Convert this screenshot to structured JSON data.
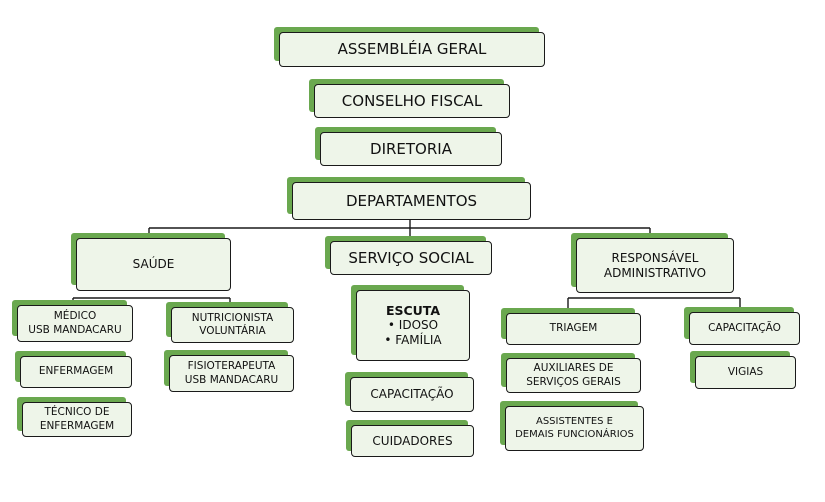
{
  "colors": {
    "accent": "#6aa84f",
    "box_fill": "#eef5e9",
    "border": "#1a1a1a"
  },
  "org": {
    "assembleia": "ASSEMBLÉIA GERAL",
    "conselho": "CONSELHO FISCAL",
    "diretoria": "DIRETORIA",
    "departamentos": "DEPARTAMENTOS",
    "saude": {
      "title": "SAÚDE",
      "medico": [
        "MÉDICO",
        "USB MANDACARU"
      ],
      "enfermagem": "ENFERMAGEM",
      "tecnico": [
        "TÉCNICO DE",
        "ENFERMAGEM"
      ],
      "nutricionista": [
        "NUTRICIONISTA",
        "VOLUNTÁRIA"
      ],
      "fisioterapeuta": [
        "FISIOTERAPEUTA",
        "USB MANDACARU"
      ]
    },
    "servico_social": {
      "title": "SERVIÇO SOCIAL",
      "escuta": {
        "title": "ESCUTA",
        "items": [
          "• IDOSO",
          "• FAMÍLIA"
        ]
      },
      "capacitacao": "CAPACITAÇÃO",
      "cuidadores": "CUIDADORES"
    },
    "responsavel": {
      "title": [
        "RESPONSÁVEL",
        "ADMINISTRATIVO"
      ],
      "triagem": "TRIAGEM",
      "auxiliares": [
        "AUXILIARES DE",
        "SERVIÇOS GERAIS"
      ],
      "assistentes": [
        "ASSISTENTES E",
        "DEMAIS FUNCIONÁRIOS"
      ],
      "capacitacao": "CAPACITAÇÃO",
      "vigias": "VIGIAS"
    }
  }
}
